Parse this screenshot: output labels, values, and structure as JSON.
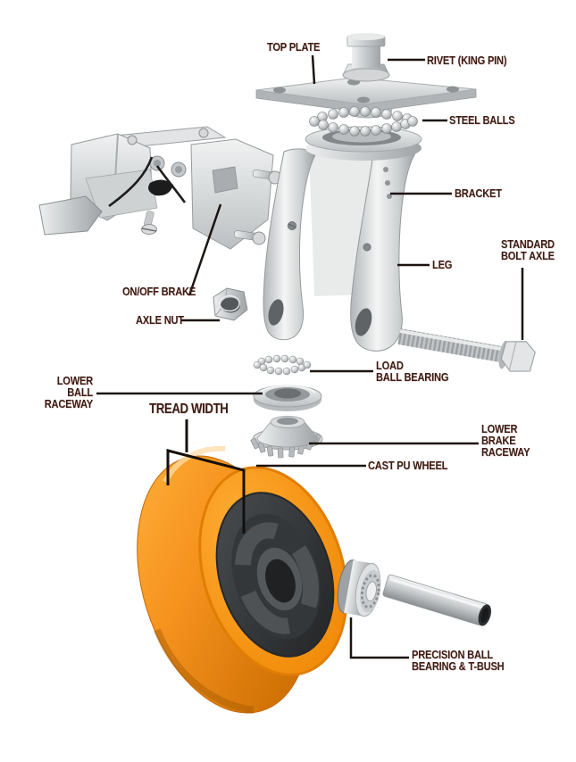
{
  "figure": {
    "type": "exploded-parts-diagram",
    "background": "#ffffff",
    "leader_line_color": "#1c130f",
    "label_text_color": "#3a1d15",
    "wheel_orange": "#F6921E",
    "hub_gray": "#35383a",
    "metal_gray": "#c9ccce"
  },
  "labels": {
    "top_plate": "TOP PLATE",
    "rivet": "RIVET (KING PIN)",
    "steel_balls": "STEEL BALLS",
    "bracket": "BRACKET",
    "leg": "LEG",
    "standard_bolt_axle": "STANDARD\nBOLT AXLE",
    "on_off_brake": "ON/OFF BRAKE",
    "axle_nut": "AXLE NUT",
    "load_ball_bearing": "LOAD\nBALL BEARING",
    "lower_ball_raceway": "LOWER\nBALL\nRACEWAY",
    "tread_width": "TREAD WIDTH",
    "lower_brake_raceway": "LOWER\nBRAKE\nRACEWAY",
    "cast_pu_wheel": "CAST PU WHEEL",
    "precision_ball_bearing": "PRECISION BALL\nBEARING & T-BUSH"
  }
}
